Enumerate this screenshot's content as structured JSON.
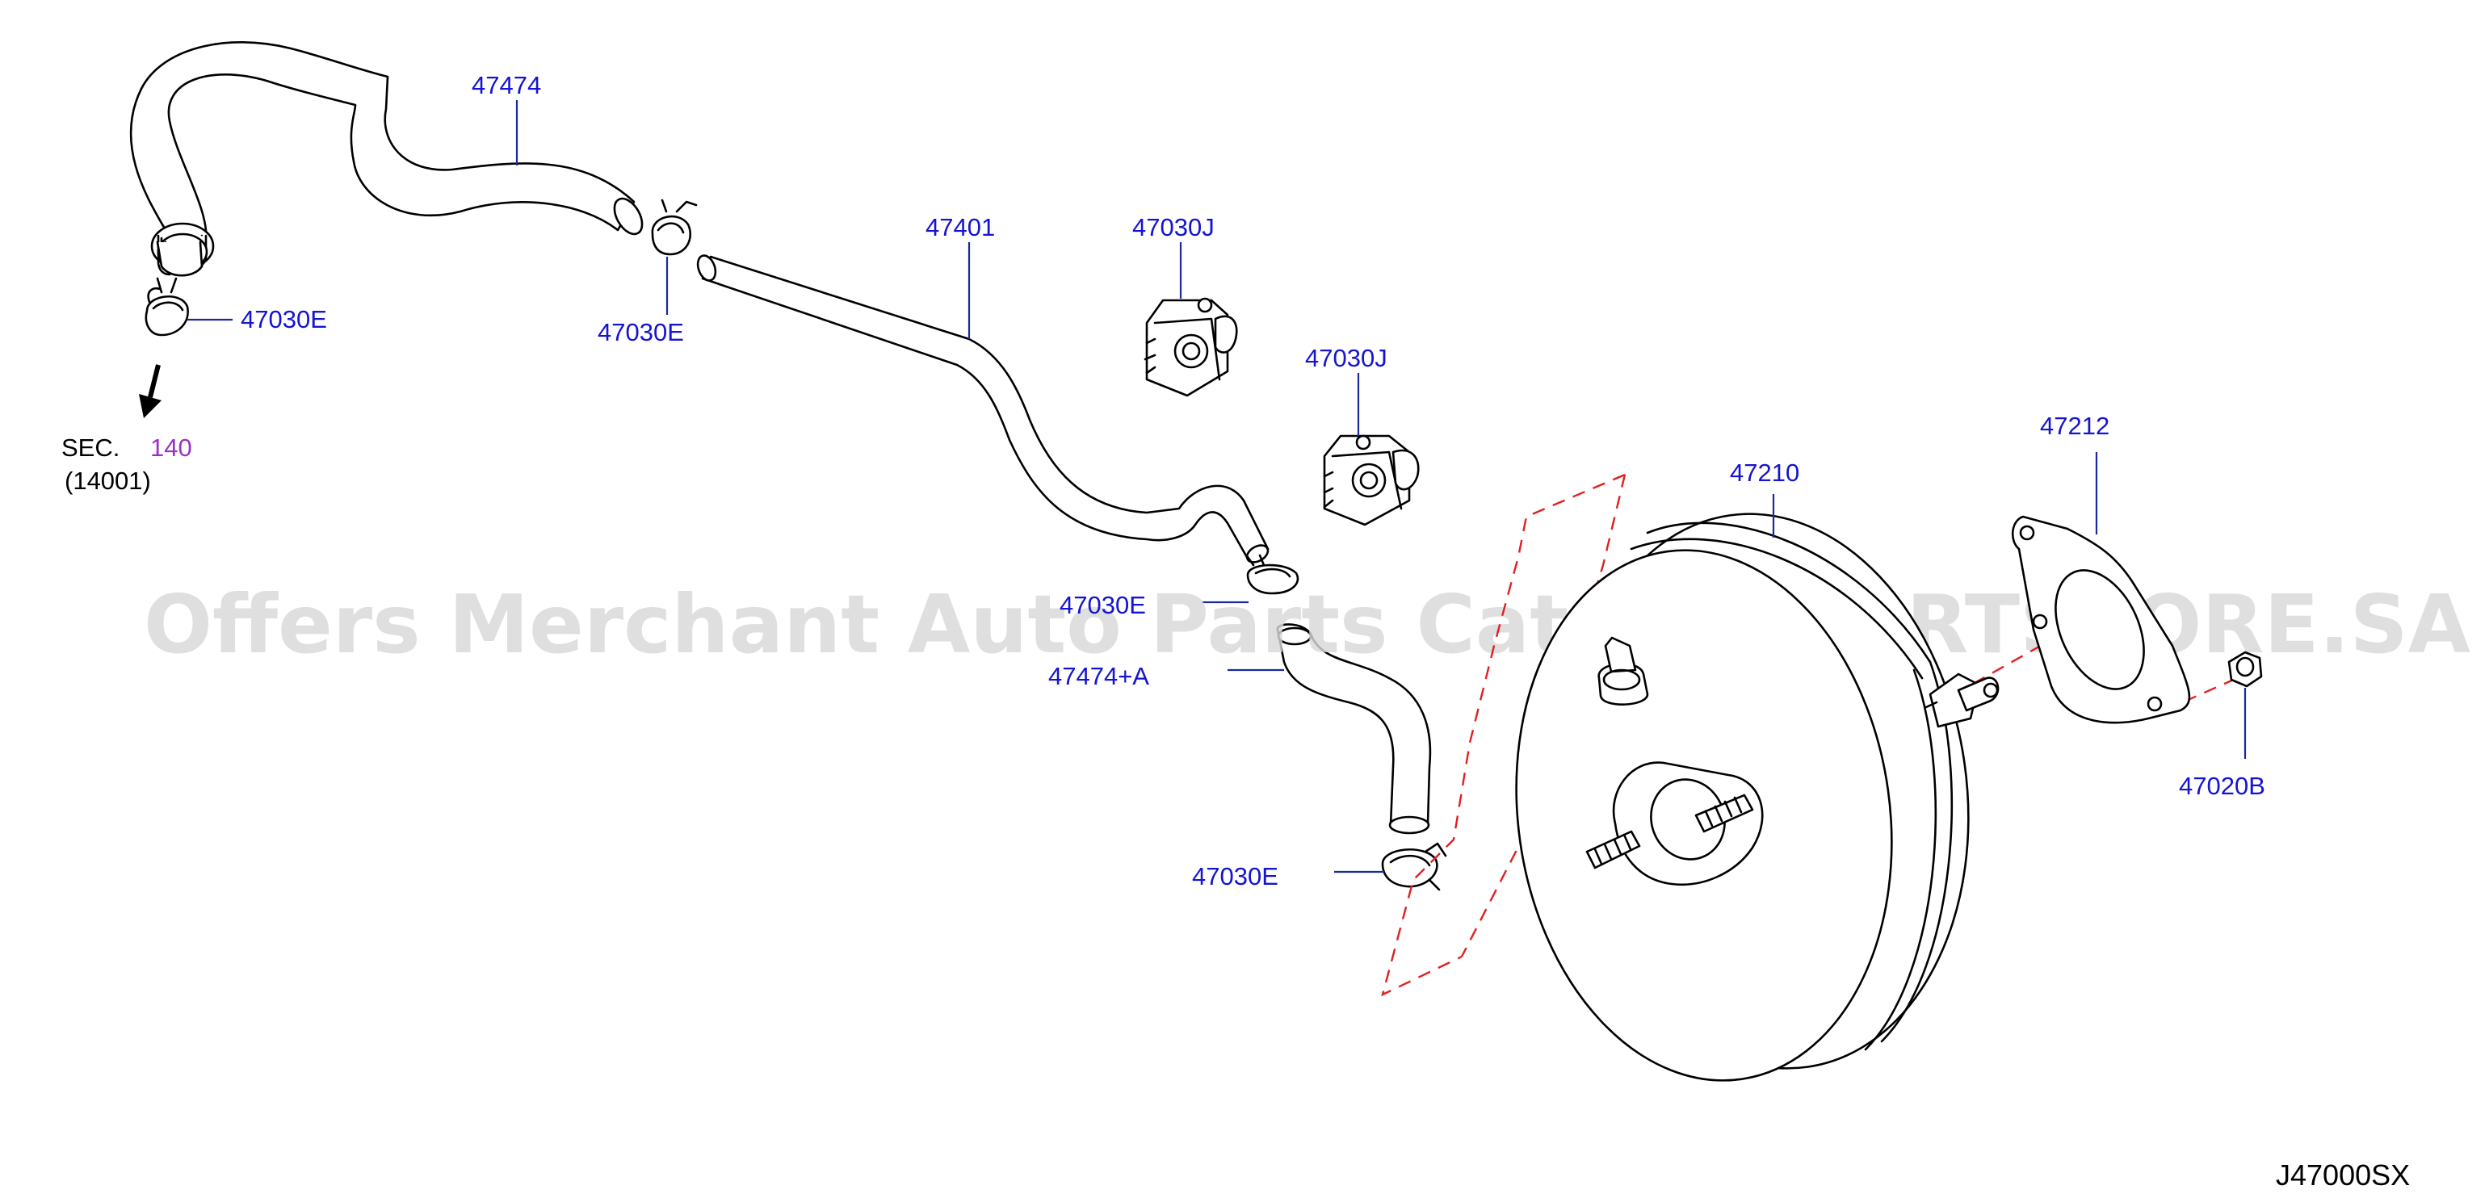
{
  "diagram": {
    "code": "J47000SX",
    "watermark": "Offers Merchant Auto Parts Catalog PARTSTORE.SA",
    "section_ref": {
      "prefix": "SEC.",
      "number": "140",
      "sub": "(14001)"
    },
    "parts": {
      "hose_upper": "47474",
      "clamp_left": "47030E",
      "clamp_mid": "47030E",
      "tube": "47401",
      "check_valve_1": "47030J",
      "check_valve_2": "47030J",
      "booster": "47210",
      "gasket": "47212",
      "clamp_lower_a": "47030E",
      "hose_lower": "47474+A",
      "clamp_lower_b": "47030E",
      "nut": "47020B"
    }
  },
  "colors": {
    "part_label": "#1414d2",
    "section_link": "#9b30c8",
    "leader_line": "#1a2a9c",
    "phantom_line": "#e02020",
    "watermark": "#d8d8d8"
  }
}
